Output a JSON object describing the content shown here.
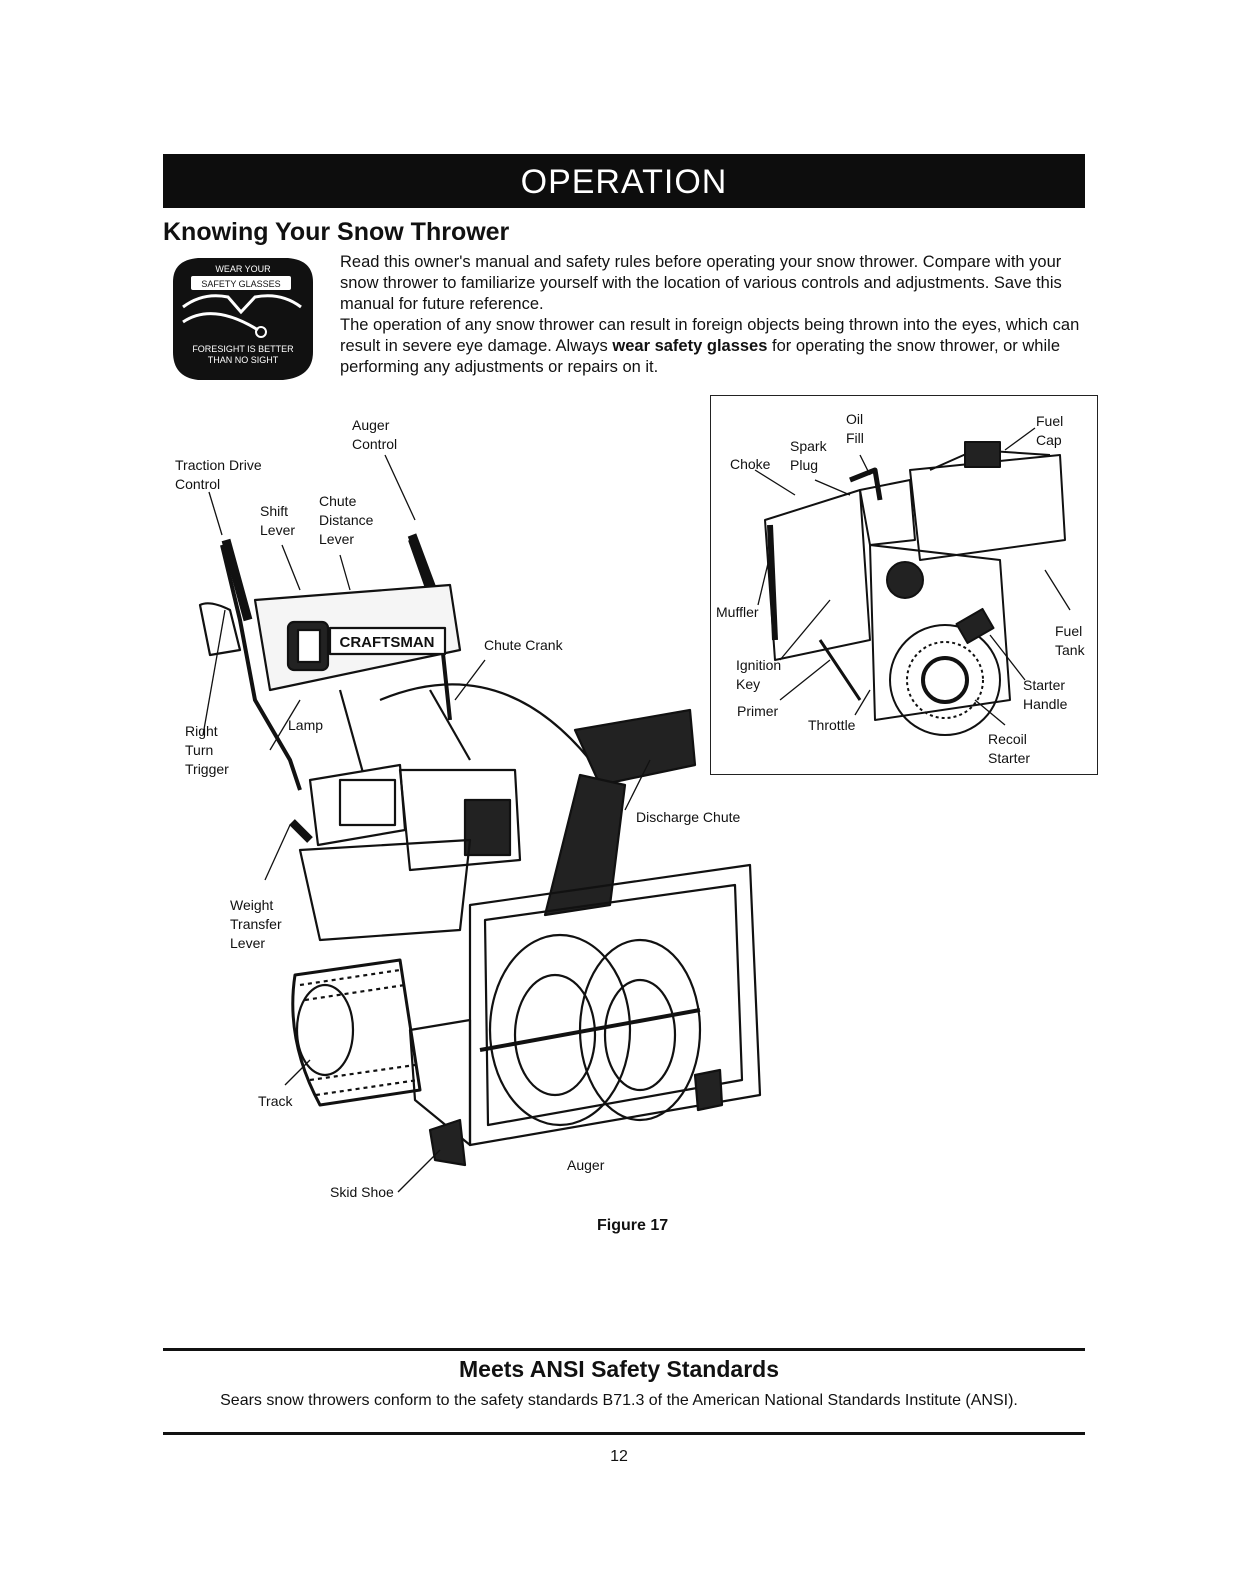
{
  "header": {
    "banner": "OPERATION"
  },
  "section": {
    "title": "Knowing Your Snow Thrower"
  },
  "badge": {
    "top_text": "WEAR YOUR",
    "middle_text": "SAFETY GLASSES",
    "bottom_line1": "FORESIGHT IS BETTER",
    "bottom_line2": "THAN NO SIGHT"
  },
  "intro": {
    "p1": "Read this owner's manual and safety rules before operating your snow thrower. Compare with your snow thrower to familiarize yourself with the location of various controls and adjustments. Save this manual for future reference.",
    "p2_before": "The operation of any snow thrower can result in foreign objects being thrown into the eyes, which can result in severe eye damage. Always ",
    "p2_bold": "wear safety glasses",
    "p2_after": " for operating the snow thrower, or while performing any adjustments or repairs on it."
  },
  "figure": {
    "brand": "CRAFTSMAN",
    "labels": {
      "auger_control": [
        "Auger",
        "Control"
      ],
      "traction_drive_control": [
        "Traction Drive",
        "Control"
      ],
      "shift_lever": [
        "Shift",
        "Lever"
      ],
      "chute_distance_lever": [
        "Chute",
        "Distance",
        "Lever"
      ],
      "chute_crank": "Chute Crank",
      "right_turn_trigger": [
        "Right",
        "Turn",
        "Trigger"
      ],
      "lamp": "Lamp",
      "discharge_chute": "Discharge Chute",
      "weight_transfer_lever": [
        "Weight",
        "Transfer",
        "Lever"
      ],
      "track": "Track",
      "auger": "Auger",
      "skid_shoe": "Skid Shoe",
      "oil_fill": [
        "Oil",
        "Fill"
      ],
      "fuel_cap": [
        "Fuel",
        "Cap"
      ],
      "spark_plug": [
        "Spark",
        "Plug"
      ],
      "choke": "Choke",
      "muffler": "Muffler",
      "fuel_tank": [
        "Fuel",
        "Tank"
      ],
      "ignition_key": [
        "Ignition",
        "Key"
      ],
      "starter_handle": [
        "Starter",
        "Handle"
      ],
      "primer": "Primer",
      "throttle": "Throttle",
      "recoil_starter": [
        "Recoil",
        "Starter"
      ]
    },
    "caption": "Figure 17"
  },
  "ansi": {
    "title": "Meets ANSI Safety Standards",
    "text": "Sears snow throwers conform to the safety standards B71.3 of the American National Standards Institute (ANSI)."
  },
  "footer": {
    "page_number": "12"
  }
}
